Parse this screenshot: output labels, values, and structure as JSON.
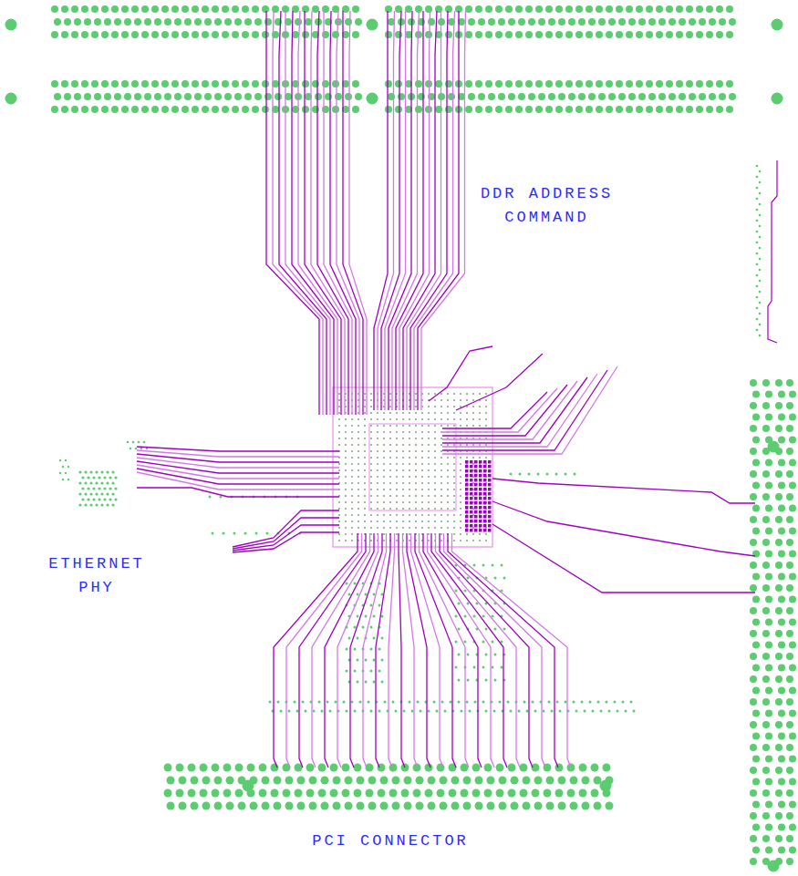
{
  "diagram": {
    "labels": [
      "DDR ADDRESS COMMAND",
      "ETHERNET PHY",
      "PCI CONNECTOR"
    ]
  }
}
